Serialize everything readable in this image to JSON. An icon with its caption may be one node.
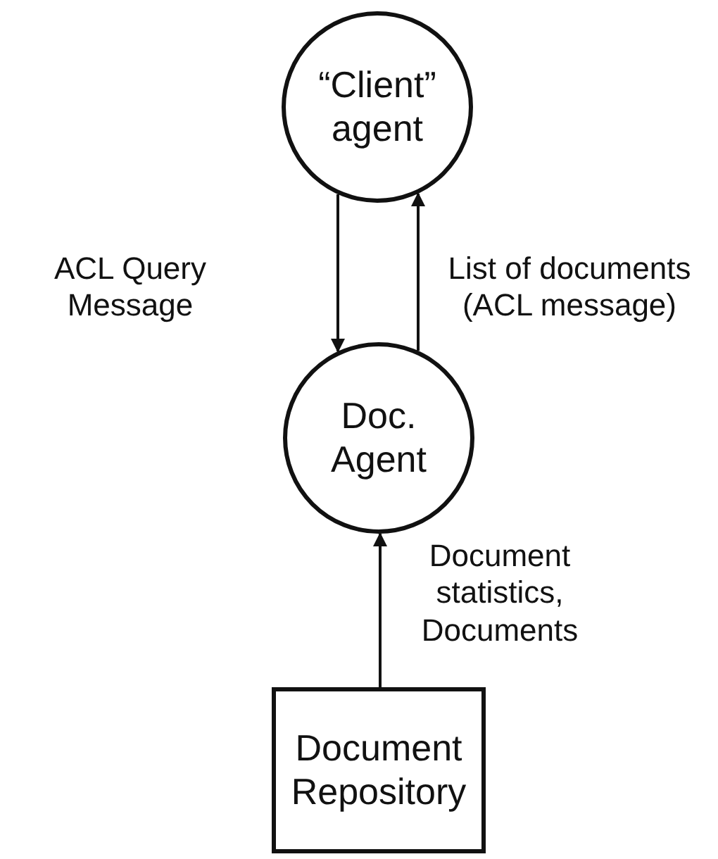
{
  "diagram": {
    "nodes": [
      {
        "text": [
          "“Client” agent"
        ]
      },
      {
        "text": [
          "Doc. Agent"
        ]
      },
      {
        "text": [
          "Document Repository"
        ]
      }
    ],
    "edges": [
      {
        "from": 0,
        "to": 1,
        "arrow": "to",
        "label": "ACL Query Message"
      },
      {
        "from": 1,
        "to": 0,
        "arrow": "to",
        "label": "List of documents (ACL message)"
      },
      {
        "from": 2,
        "to": 1,
        "arrow": "to",
        "label": "Document statistics, Documents"
      }
    ]
  }
}
